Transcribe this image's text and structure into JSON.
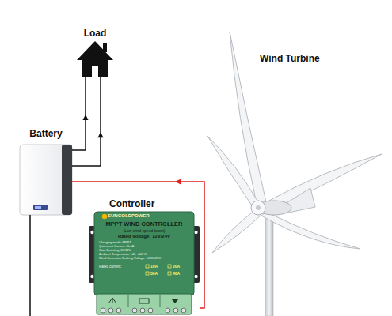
{
  "diagram": {
    "nodes": [
      {
        "text": [
          "Load"
        ]
      },
      {
        "text": [
          "Wind Turbine"
        ]
      },
      {
        "text": [
          "Battery"
        ]
      },
      {
        "text": [
          "Controller",
          "SUNGOLDPOWER",
          "MPPT WIND CONTROLLER",
          "(Low wind speed boost)",
          "Rated voltage: 12V/24V",
          "Charging mode: MPPT",
          "Quiescent Current:<5mA",
          "Start Boosting: 6V/12V",
          "Ambient Temperature: -40~+60°C",
          "Wind Generator Braking Voltage: 14.5V/29V",
          "Rated current:",
          "10A",
          "20A",
          "30A",
          "40A"
        ]
      }
    ],
    "edges": [
      {
        "from": 2,
        "to": 0,
        "arrow": "to"
      },
      {
        "from": 2,
        "to": 0,
        "arrow": "to"
      },
      {
        "from": 3,
        "to": 2,
        "arrow": "to"
      }
    ]
  }
}
